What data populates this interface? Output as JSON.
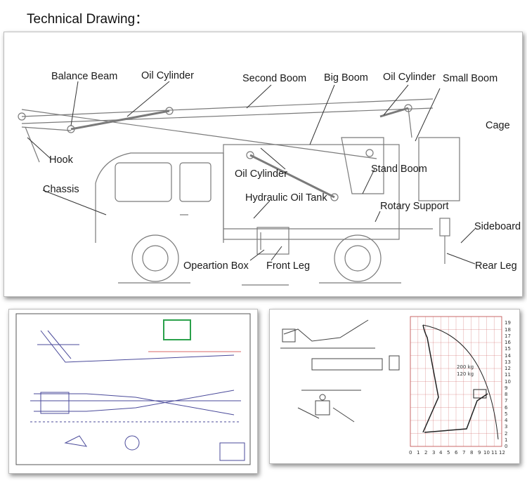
{
  "header": {
    "title": "Technical Drawing："
  },
  "labels": {
    "balance_beam": "Balance Beam",
    "oil_cylinder_1": "Oil Cylinder",
    "second_boom": "Second Boom",
    "big_boom": "Big Boom",
    "oil_cylinder_2": "Oil Cylinder",
    "small_boom": "Small Boom",
    "cage": "Cage",
    "hook": "Hook",
    "chassis": "Chassis",
    "oil_cylinder_3": "Oil Cylinder",
    "stand_boom": "Stand Boom",
    "hydraulic_oil_tank": "Hydraulic Oil Tank",
    "rotary_support": "Rotary Support",
    "sideboard": "Sideboard",
    "operation_box": "Opeartion Box",
    "front_leg": "Front Leg",
    "rear_leg": "Rear Leg"
  },
  "work_range_chart": {
    "x_ticks": [
      "0",
      "1",
      "2",
      "3",
      "4",
      "5",
      "6",
      "7",
      "8",
      "9",
      "10",
      "11",
      "12"
    ],
    "y_ticks": [
      "0",
      "1",
      "2",
      "3",
      "4",
      "5",
      "6",
      "7",
      "8",
      "9",
      "10",
      "11",
      "12",
      "13",
      "14",
      "15",
      "16",
      "17",
      "18",
      "19"
    ],
    "load_labels": [
      "200 kg",
      "120 kg"
    ]
  }
}
